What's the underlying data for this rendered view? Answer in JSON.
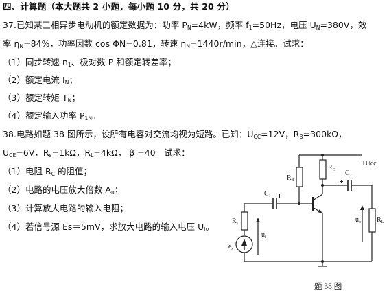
{
  "section": {
    "heading": "四、计算题（本大题共 2 小题，每小题 10 分，共 20 分）"
  },
  "q37": {
    "intro_a": "37.已知某三相异步电动机的额定数据为：功率 P",
    "intro_a_sub1": "N",
    "intro_b": "=4kW，频率 f",
    "intro_b_sub": "1",
    "intro_c": "=50Hz，电压 U",
    "intro_c_sub": "N",
    "intro_d": "=380V，效",
    "line2_a": "率 η",
    "line2_a_sub": "N",
    "line2_b": "=84%，功率因数 cos ΦN=0.81，转速 n",
    "line2_b_sub": "N",
    "line2_c": "=1440r/min，△连接。试求：",
    "items": [
      {
        "a": "（1）同步转速 n",
        "s1": "1",
        "b": "、极对数 P 和额定转差率；"
      },
      {
        "a": "（2）额定电流 I",
        "s1": "N",
        "b": "；"
      },
      {
        "a": "（3）额定转矩 T",
        "s1": "N",
        "b": "；"
      },
      {
        "a": "（4）额定输入功率 P",
        "s1": "1N",
        "b": "。"
      }
    ]
  },
  "q38": {
    "line1_a": "38.电路如题 38 图所示，设所有电容对交流均视为短路。已知：U",
    "line1_a_sub": "CC",
    "line1_b": "=12V，R",
    "line1_b_sub": "B",
    "line1_c": "=300kΩ，",
    "line2_a": "U",
    "line2_a_sub": "CE",
    "line2_b": "=6V，R",
    "line2_b_sub": "s",
    "line2_c": "=1kΩ，R",
    "line2_c_sub": "L",
    "line2_d": "=4kΩ， β =40。试求：",
    "items": [
      {
        "a": "（1）电阻 R",
        "s1": "C",
        "b": " 的阻值；"
      },
      {
        "a": "（2）电路的电压放大倍数 A",
        "s1": "u",
        "b": "；"
      },
      {
        "a": "（3）计算放大电路的输入电阻；",
        "s1": "",
        "b": ""
      },
      {
        "a": "（4）若信号源 Es＝5mV，求放大电路的输入电压 U",
        "s1": "i",
        "b": "。"
      }
    ]
  },
  "figure": {
    "caption": "题 38 图",
    "labels": {
      "vcc": "+Ucc",
      "rb": "R",
      "rb_sub": "B",
      "rc": "R",
      "rc_sub": "C",
      "c1": "C",
      "c1_sub": "1",
      "c2": "C",
      "c2_sub": "2",
      "rs": "R",
      "rs_sub": "s",
      "rl": "R",
      "rl_sub": "L",
      "ui": "u",
      "ui_sub": "i",
      "uo": "u",
      "uo_sub": "o",
      "es": "e",
      "es_sub": "s",
      "plus": "+"
    }
  }
}
